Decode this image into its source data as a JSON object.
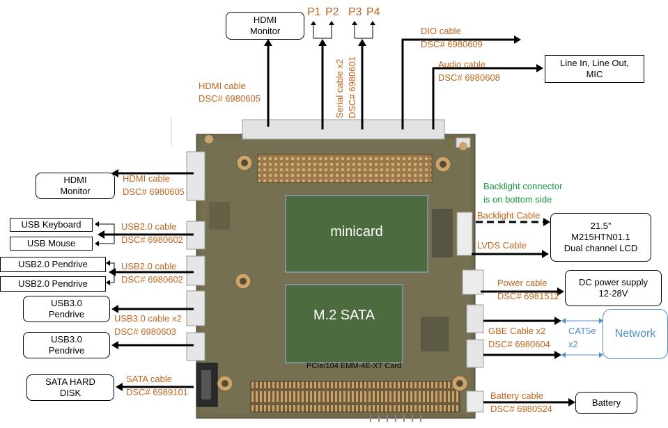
{
  "boxes": {
    "hdmi_monitor_top": "HDMI\nMonitor",
    "line_in_out": "Line In, Line Out,\nMIC",
    "hdmi_monitor_left": "HDMI\nMonitor",
    "usb_keyboard": "USB Keyboard",
    "usb_mouse": "USB Mouse",
    "usb2_pendrive_1": "USB2.0 Pendrive",
    "usb2_pendrive_2": "USB2.0 Pendrive",
    "usb3_pendrive_1": "USB3.0\nPendrive",
    "usb3_pendrive_2": "USB3.0\nPendrive",
    "sata_disk": "SATA HARD\nDISK",
    "lcd": "21.5”\nM215HTN01.1\nDual channel LCD",
    "dc_power": "DC power supply\n12-28V",
    "network": "Network",
    "battery": "Battery"
  },
  "ports": {
    "p1": "P1",
    "p2": "P2",
    "p3": "P3",
    "p4": "P4"
  },
  "labels": {
    "hdmi_cable_top": "HDMI cable",
    "hdmi_dsc_top": "DSC# 6980605",
    "serial_cable": "Serial cable  x2",
    "serial_dsc": "DSC# 6980601",
    "dio_cable": "DIO cable",
    "dio_dsc": "DSC# 6980609",
    "audio_cable": "Audio  cable",
    "audio_dsc": "DSC# 6980608",
    "hdmi_cable_left": "HDMI cable",
    "hdmi_dsc_left": "DSC# 6980605",
    "usb2_cable_1": "USB2.0  cable",
    "usb2_dsc_1": "DSC# 6980602",
    "usb2_cable_2": "USB2.0  cable",
    "usb2_dsc_2": "DSC# 6980602",
    "usb3_cable": "USB3.0  cable x2",
    "usb3_dsc": "DSC# 6980603",
    "sata_cable": "SATA  cable",
    "sata_dsc": "DSC# 6989101",
    "backlight_note_1": "Backlight connector",
    "backlight_note_2": "is on bottom  side",
    "backlight_cable": "Backlight Cable",
    "lvds_cable": "LVDS Cable",
    "power_cable": "Power cable",
    "power_dsc": "DSC# 6981512",
    "gbe_cable": "GBE Cable x2",
    "gbe_dsc": "DSC# 6980604",
    "cat5e": "CAT5e",
    "cat5e_x2": "x2",
    "battery_cable": "Battery  cable",
    "battery_dsc": "DSC# 6980524"
  },
  "board": {
    "minicard": "minicard",
    "m2_sata": "M.2 SATA",
    "card_name": "PCIe/104 EMM-4E-XT Card"
  },
  "colors": {
    "board": "#6f6a4e",
    "module": "#3f6b3a",
    "accent_orange": "#c0651e",
    "accent_green": "#159a3d",
    "accent_blue": "#4f8fca"
  }
}
